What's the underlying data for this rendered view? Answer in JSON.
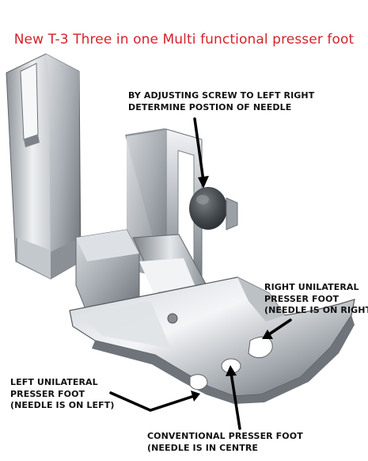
{
  "title": "New T-3 Three in one Multi functional presser foot",
  "labels": {
    "adjust_screw": "BY ADJUSTING SCREW TO LEFT RIGHT\nDETERMINE POSTION OF NEEDLE",
    "right_unilateral": "RIGHT UNILATERAL\nPRESSER FOOT\n(NEEDLE IS ON RIGHT",
    "left_unilateral": "LEFT UNILATERAL\nPRESSER FOOT\n(NEEDLE IS ON LEFT)",
    "conventional": "CONVENTIONAL PRESSER FOOT\n(NEEDLE IS IN CENTRE"
  },
  "colors": {
    "title": "#d3232a",
    "text": "#111111",
    "arrow": "#000000",
    "metal_light": "#e9ecef",
    "metal_mid": "#aeb3b8",
    "metal_dark": "#5b6066",
    "knob": "#3f4347"
  }
}
